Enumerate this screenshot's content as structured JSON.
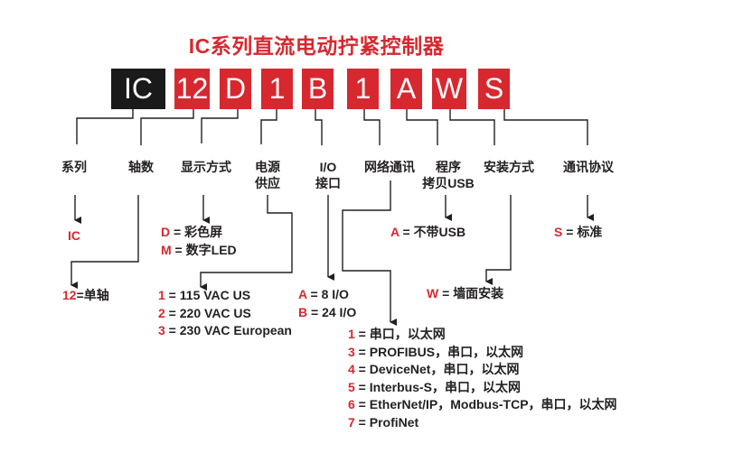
{
  "title": "IC系列直流电动拧紧控制器",
  "code_boxes": [
    "IC",
    "12",
    "D",
    "1",
    "B",
    "1",
    "A",
    "W",
    "S"
  ],
  "categories": [
    {
      "line1": "系列",
      "line2": ""
    },
    {
      "line1": "轴数",
      "line2": ""
    },
    {
      "line1": "显示方式",
      "line2": ""
    },
    {
      "line1": "电源",
      "line2": "供应"
    },
    {
      "line1": "I/O",
      "line2": "接口"
    },
    {
      "line1": "网络通讯",
      "line2": ""
    },
    {
      "line1": "程序",
      "line2": "拷贝USB"
    },
    {
      "line1": "安装方式",
      "line2": ""
    },
    {
      "line1": "通讯协议",
      "line2": ""
    }
  ],
  "options": {
    "series": [
      {
        "code": "IC",
        "sep": "",
        "text": ""
      }
    ],
    "axes": [
      {
        "code": "12",
        "sep": "=",
        "text": "单轴"
      }
    ],
    "display": [
      {
        "code": "D",
        "sep": " = ",
        "text": "彩色屏"
      },
      {
        "code": "M",
        "sep": " = ",
        "text": "数字LED"
      }
    ],
    "power": [
      {
        "code": "1",
        "sep": " = ",
        "text": "115 VAC US"
      },
      {
        "code": "2",
        "sep": " = ",
        "text": "220 VAC US"
      },
      {
        "code": "3",
        "sep": " = ",
        "text": "230 VAC European"
      }
    ],
    "io": [
      {
        "code": "A",
        "sep": " = ",
        "text": "8 I/O"
      },
      {
        "code": "B",
        "sep": " = ",
        "text": "24 I/O"
      }
    ],
    "network": [
      {
        "code": "1",
        "sep": " = ",
        "text": "串口，以太网"
      },
      {
        "code": "3",
        "sep": " = ",
        "text": "PROFIBUS，串口，以太网"
      },
      {
        "code": "4",
        "sep": " = ",
        "text": "DeviceNet，串口，以太网"
      },
      {
        "code": "5",
        "sep": " = ",
        "text": "Interbus-S，串口，以太网"
      },
      {
        "code": "6",
        "sep": " = ",
        "text": "EtherNet/IP，Modbus-TCP，串口，以太网"
      },
      {
        "code": "7",
        "sep": " = ",
        "text": "ProfiNet"
      }
    ],
    "usb": [
      {
        "code": "A",
        "sep": " = ",
        "text": "不带USB"
      }
    ],
    "mount": [
      {
        "code": "W",
        "sep": " = ",
        "text": "墙面安装"
      }
    ],
    "protocol": [
      {
        "code": "S",
        "sep": " = ",
        "text": "标准"
      }
    ]
  },
  "colors": {
    "accent": "#d7282f",
    "black_box": "#1a1a1a"
  }
}
